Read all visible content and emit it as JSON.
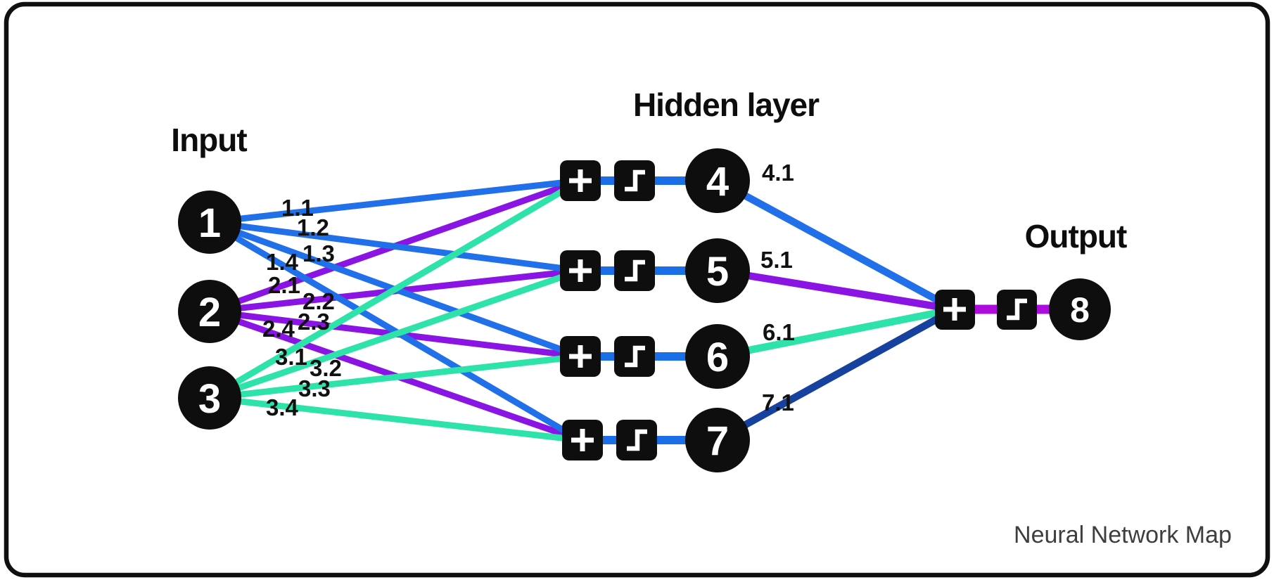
{
  "diagram": {
    "footer_caption": "Neural Network Map",
    "labels": {
      "input": "Input",
      "hidden": "Hidden layer",
      "output": "Output"
    },
    "nodes": {
      "input": [
        "1",
        "2",
        "3"
      ],
      "hidden": [
        "4",
        "5",
        "6",
        "7"
      ],
      "output": [
        "8"
      ]
    },
    "operators": {
      "sum_symbol": "+",
      "sum_icon": "plus-icon",
      "activation_icon": "step-function-icon"
    },
    "weights": {
      "from_input_1": [
        "1.1",
        "1.2",
        "1.3",
        "1.4"
      ],
      "from_input_2": [
        "2.1",
        "2.2",
        "2.3",
        "2.4"
      ],
      "from_input_3": [
        "3.1",
        "3.2",
        "3.3",
        "3.4"
      ],
      "hidden_to_output": [
        "4.1",
        "5.1",
        "6.1",
        "7.1"
      ]
    },
    "colors": {
      "node_black": "#0e0e0e",
      "edge_blue": "#2170e9",
      "edge_purple": "#8a14e4",
      "edge_teal": "#2ee3a9",
      "edge_navy": "#17419e",
      "connector_blue": "#1a6ee8",
      "connector_magenta": "#ad0cdc",
      "frame_border": "#101010",
      "footer_gray": "#3e3e3e"
    }
  }
}
